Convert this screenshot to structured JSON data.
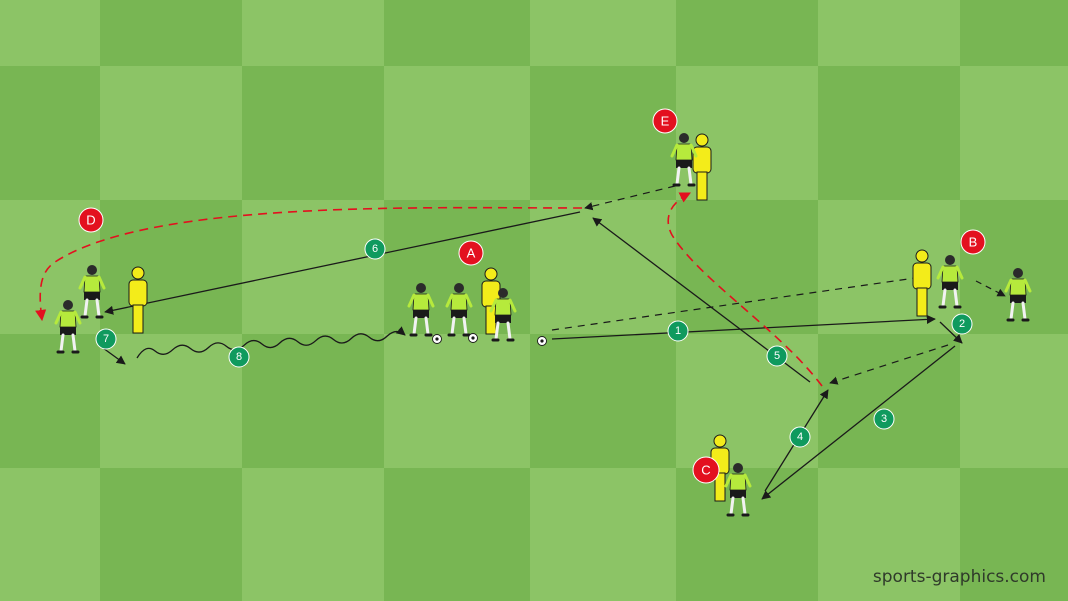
{
  "diagram": {
    "station_labels": {
      "a": "A",
      "b": "B",
      "c": "C",
      "d": "D",
      "e": "E"
    },
    "step_labels": [
      "1",
      "2",
      "3",
      "4",
      "5",
      "6",
      "7",
      "8"
    ],
    "colors": {
      "pitch_light": "#8cc466",
      "pitch_dark": "#78b653",
      "label_red": "#e3101f",
      "step_green": "#0f9a5e",
      "mannequin_yellow": "#f3ec1a",
      "player_shirt": "#b6ea3c",
      "pass_line": "#1a1a1a",
      "run_line": "#e3101f"
    }
  },
  "watermark": "sports-graphics.com"
}
